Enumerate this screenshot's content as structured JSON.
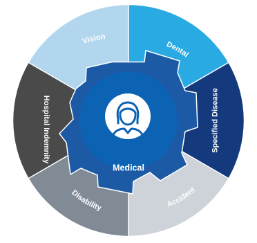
{
  "center": {
    "label": "Medical",
    "icon": "person-avatar-icon",
    "color": "#0d63b3",
    "ring_color": "#1c5aa6"
  },
  "segments": [
    {
      "id": "vision",
      "label": "Vision",
      "color": "#b3d6ef"
    },
    {
      "id": "dental",
      "label": "Dental",
      "color": "#29aae2"
    },
    {
      "id": "specified-disease",
      "label": "Specified Disease",
      "color": "#143a7d"
    },
    {
      "id": "accident",
      "label": "Accident",
      "color": "#cdd3d9"
    },
    {
      "id": "disability",
      "label": "Disability",
      "color": "#808b96"
    },
    {
      "id": "hospital-indemnity",
      "label": "Hospital Indemnity",
      "color": "#4a4a4a"
    }
  ]
}
